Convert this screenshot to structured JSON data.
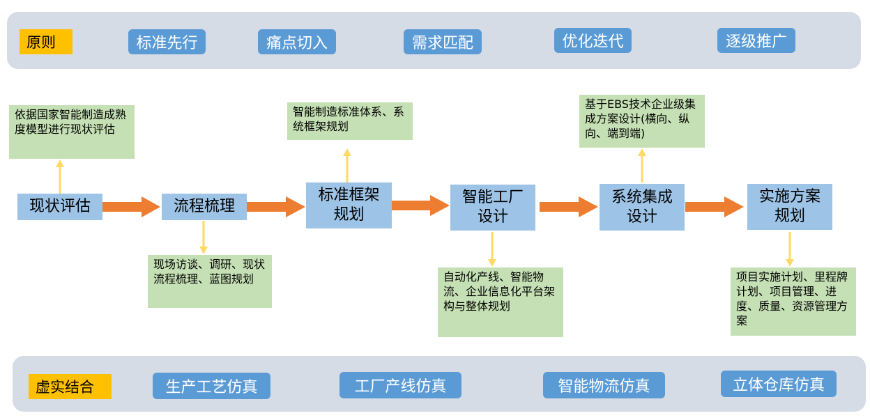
{
  "principles": {
    "tag": "原则",
    "items": [
      "标准先行",
      "痛点切入",
      "需求匹配",
      "优化迭代",
      "逐级推广"
    ]
  },
  "steps": [
    "现状评估",
    "流程梳理",
    "标准框架规划",
    "智能工厂设计",
    "系统集成设计",
    "实施方案规划"
  ],
  "notes": {
    "assessment": "依据国家智能制造成熟度模型进行现状评估",
    "process": "现场访谈、调研、现状流程梳理、蓝图规划",
    "standard": "智能制造标准体系、系统框架规划",
    "factory": "自动化产线、智能物流、企业信息化平台架构与整体规划",
    "integration": "基于EBS技术企业级集成方案设计(横向、纵向、端到端)",
    "implementation": "项目实施计划、里程牌计划、项目管理、进度、质量、资源管理方案"
  },
  "simulation": {
    "tag": "虚实结合",
    "items": [
      "生产工艺仿真",
      "工厂产线仿真",
      "智能物流仿真",
      "立体仓库仿真"
    ]
  },
  "colors": {
    "band": "#d6dce5",
    "tag": "#ffc000",
    "pill": "#5b9bd5",
    "step": "#9dc3e6",
    "note": "#c5e0b4",
    "flow_arrow": "#ed7d31",
    "note_arrow": "#ffd966"
  }
}
